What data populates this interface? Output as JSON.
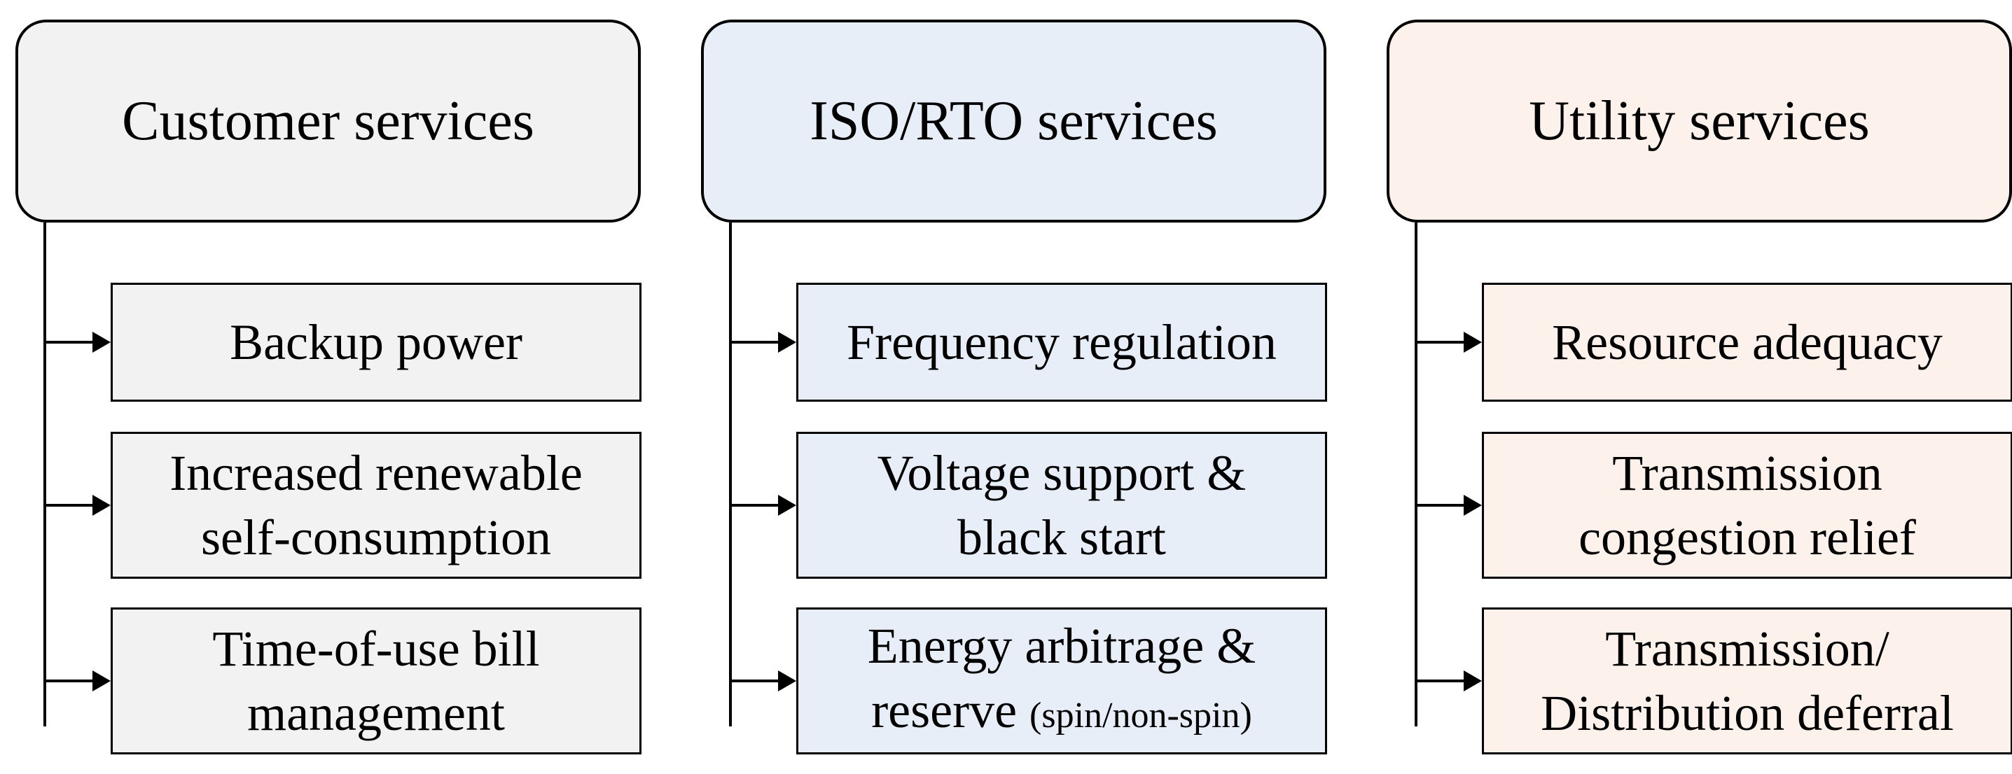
{
  "columns": [
    {
      "header": "Customer services",
      "header_bg": "#f2f2f2",
      "item_bg": "#f2f2f2",
      "items": [
        {
          "lines": [
            "Backup power"
          ]
        },
        {
          "lines": [
            "Increased renewable",
            "self-consumption"
          ]
        },
        {
          "lines": [
            "Time-of-use bill",
            "management"
          ]
        }
      ]
    },
    {
      "header": "ISO/RTO services",
      "header_bg": "#e8eef7",
      "item_bg": "#e8eef7",
      "items": [
        {
          "lines": [
            "Frequency regulation"
          ]
        },
        {
          "lines": [
            "Voltage support &",
            "black start"
          ]
        },
        {
          "lines": [
            "Energy arbitrage &",
            "reserve"
          ],
          "suffix": "(spin/non-spin)"
        }
      ]
    },
    {
      "header": "Utility services",
      "header_bg": "#fdf1ec",
      "item_bg": "#fdf1ec",
      "items": [
        {
          "lines": [
            "Resource adequacy"
          ]
        },
        {
          "lines": [
            "Transmission",
            "congestion relief"
          ]
        },
        {
          "lines": [
            "Transmission/",
            "Distribution deferral"
          ]
        }
      ]
    }
  ]
}
